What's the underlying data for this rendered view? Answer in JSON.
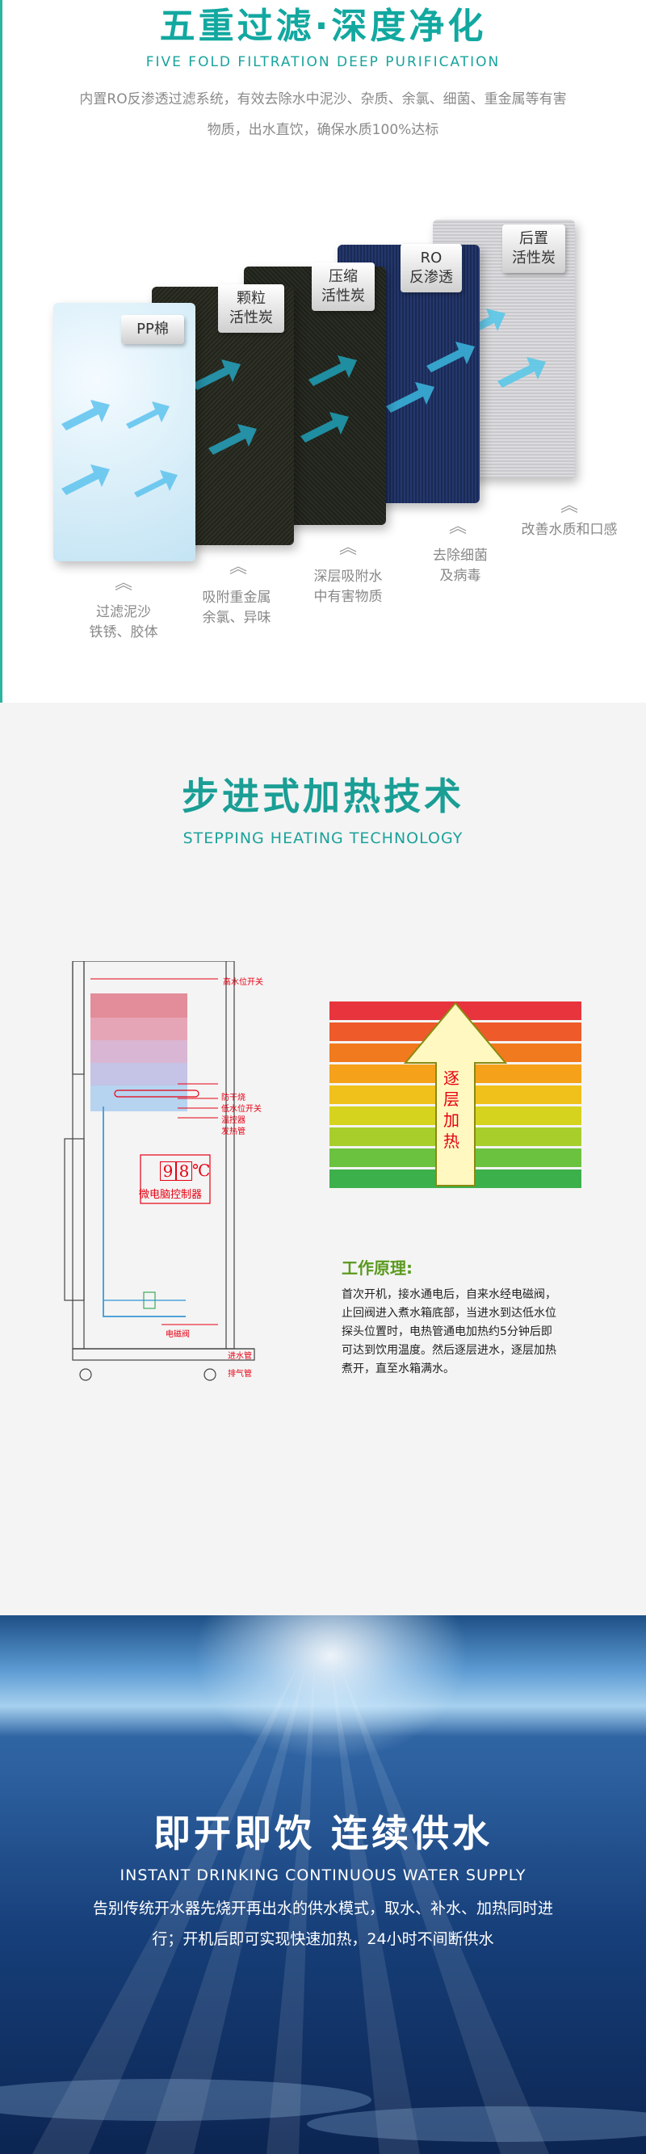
{
  "filtration": {
    "title": "五重过滤·深度净化",
    "subtitle": "FIVE FOLD FILTRATION  DEEP PURIFICATION",
    "desc": "内置RO反渗透过滤系统，有效去除水中泥沙、杂质、余氯、细菌、重金属等有害物质，出水直饮，确保水质100%达标",
    "filters": [
      {
        "label": "PP棉",
        "caption": "过滤泥沙\n铁锈、胶体"
      },
      {
        "label": "颗粒\n活性炭",
        "caption": "吸附重金属\n余氯、异味"
      },
      {
        "label": "压缩\n活性炭",
        "caption": "深层吸附水\n中有害物质"
      },
      {
        "label": "RO\n反渗透",
        "caption": "去除细菌\n及病毒"
      },
      {
        "label": "后置\n活性炭",
        "caption": "改善水质和口感"
      }
    ]
  },
  "heating": {
    "title": "步进式加热技术",
    "subtitle": "STEPPING HEATING TECHNOLOGY",
    "diagram": {
      "labels": {
        "high_level": "高水位开关",
        "anti_dry": "防干烧",
        "low_level": "低水位开关",
        "thermostat": "温控器",
        "heater": "发热管",
        "solenoid": "电磁阀",
        "inlet": "进水管",
        "exhaust": "排气管"
      },
      "temp_digits": [
        "9",
        "8",
        "℃"
      ],
      "controller": "微电脑控制器"
    },
    "arrow_text": "逐层加热",
    "principle_title": "工作原理:",
    "principle_text": "首次开机，接水通电后，自来水经电磁阀，止回阀进入煮水箱底部，当进水到达低水位探头位置时，电热管通电加热约5分钟后即可达到饮用温度。然后逐层进水，逐层加热煮开，直至水箱满水。"
  },
  "water": {
    "title": "即开即饮 连续供水",
    "subtitle": "INSTANT DRINKING CONTINUOUS WATER SUPPLY",
    "desc": "告别传统开水器先烧开再出水的供水模式，取水、补水、加热同时进行；开机后即可实现快速加热，24小时不间断供水"
  },
  "colors": {
    "teal": "#12a8a0",
    "red": "#e60012",
    "green": "#5a9a1e"
  }
}
